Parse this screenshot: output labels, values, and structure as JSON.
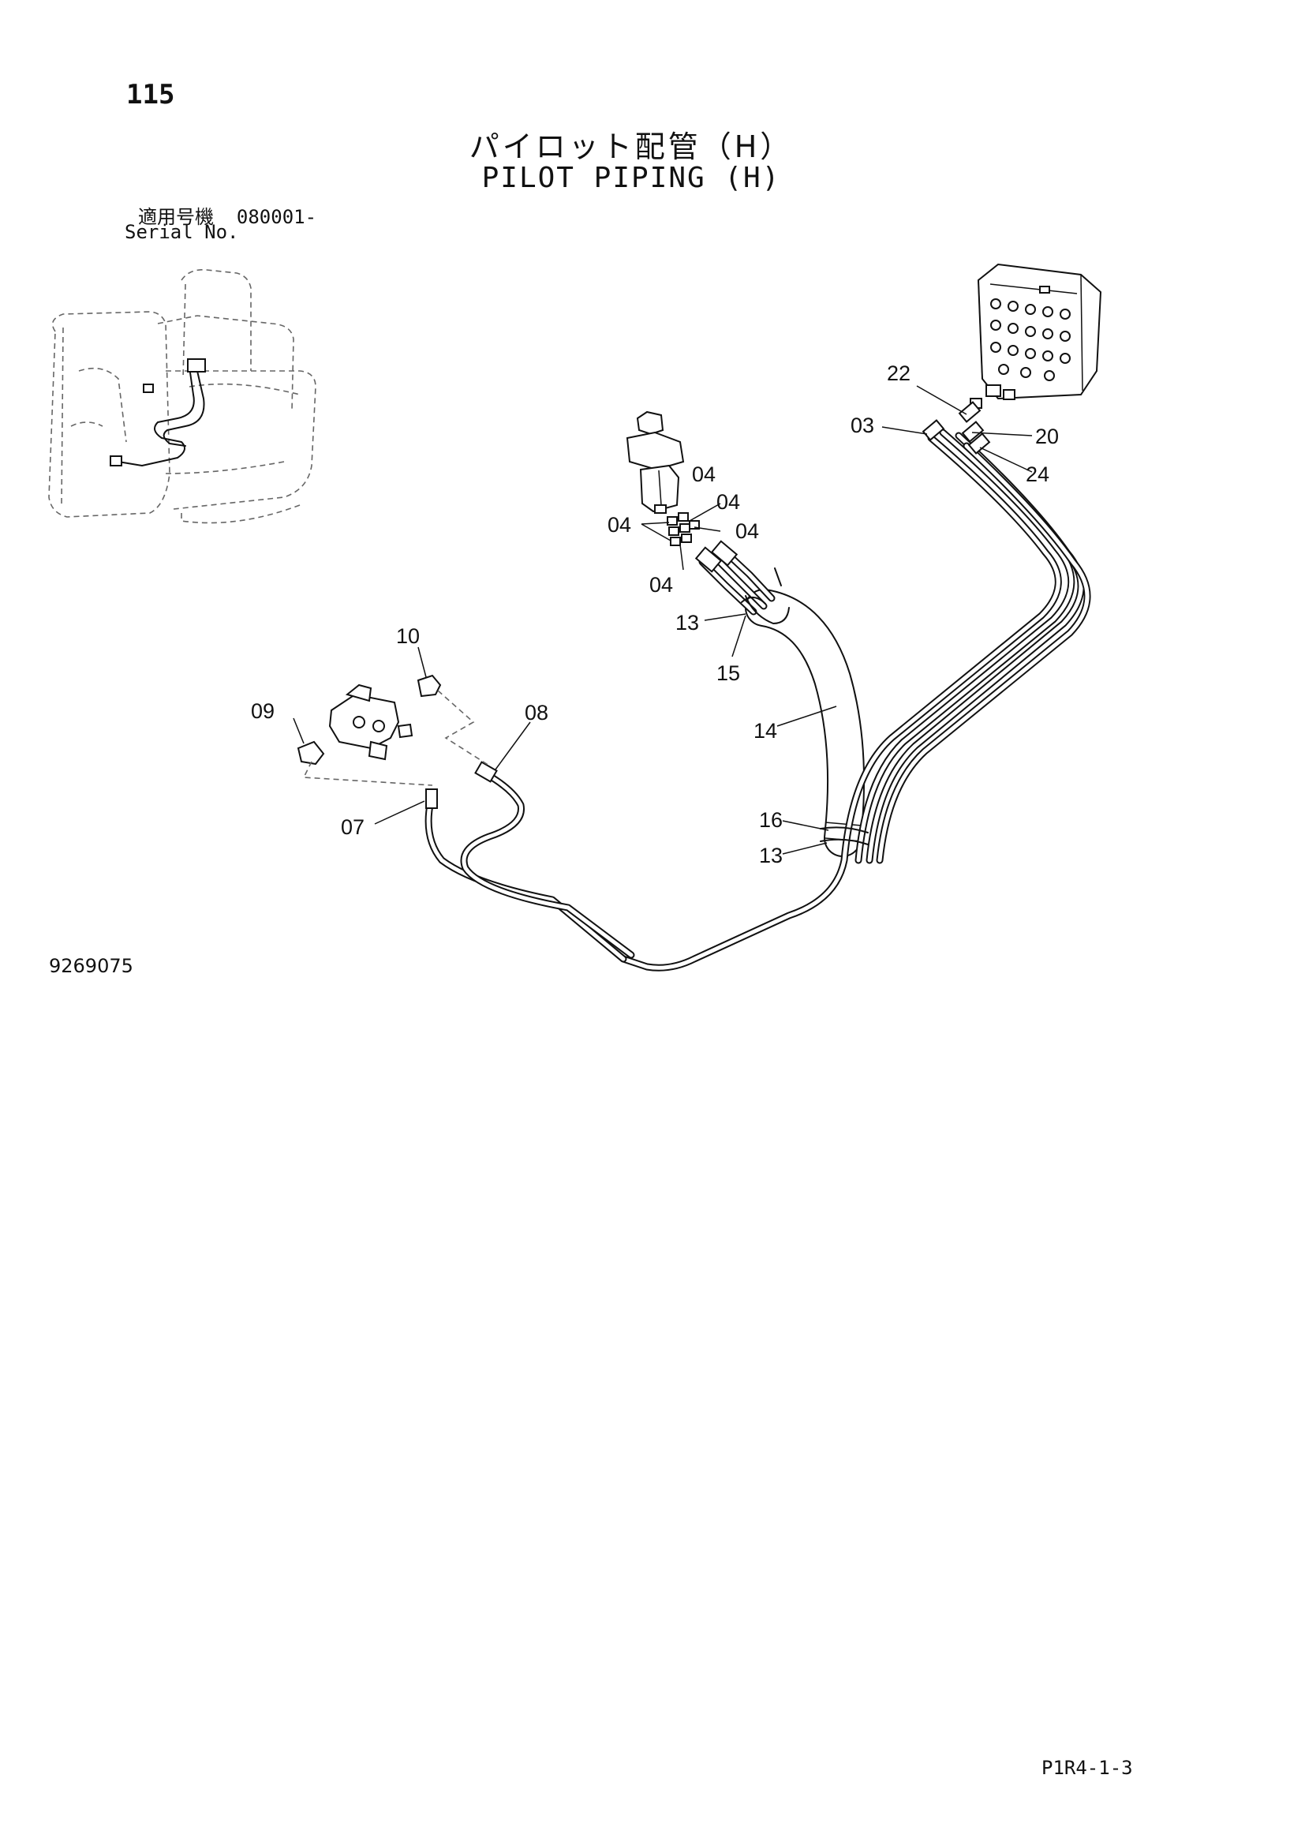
{
  "page": {
    "number": "115",
    "title_jp": "パイロット配管（H）",
    "title_en": "PILOT PIPING (H)",
    "serial_label_jp": "適用号機",
    "serial_value": "080001-",
    "serial_label_en": "Serial No.",
    "drawing_id": "9269075",
    "page_ref": "P1R4-1-3"
  },
  "callouts": [
    {
      "id": "c22",
      "label": "22"
    },
    {
      "id": "c03",
      "label": "03"
    },
    {
      "id": "c20",
      "label": "20"
    },
    {
      "id": "c24",
      "label": "24"
    },
    {
      "id": "c04a",
      "label": "04"
    },
    {
      "id": "c04b",
      "label": "04"
    },
    {
      "id": "c04c",
      "label": "04"
    },
    {
      "id": "c04d",
      "label": "04"
    },
    {
      "id": "c04e",
      "label": "04"
    },
    {
      "id": "c13a",
      "label": "13"
    },
    {
      "id": "c15",
      "label": "15"
    },
    {
      "id": "c10",
      "label": "10"
    },
    {
      "id": "c09",
      "label": "09"
    },
    {
      "id": "c08",
      "label": "08"
    },
    {
      "id": "c14",
      "label": "14"
    },
    {
      "id": "c16",
      "label": "16"
    },
    {
      "id": "c13b",
      "label": "13"
    },
    {
      "id": "c07",
      "label": "07"
    }
  ]
}
